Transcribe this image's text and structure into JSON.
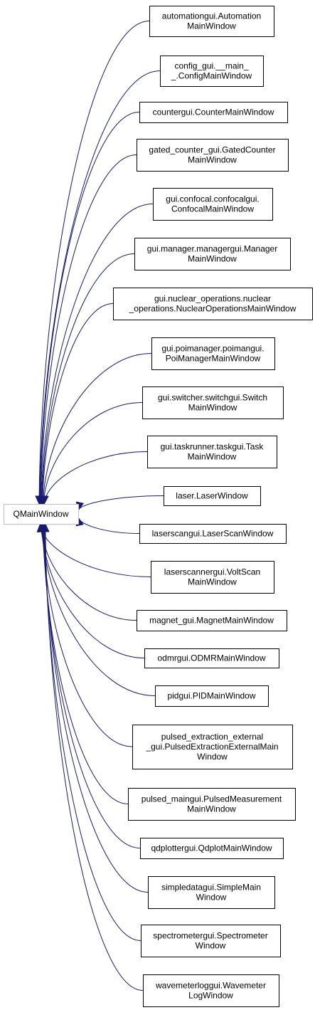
{
  "diagram": {
    "type": "inheritance-graph",
    "base": {
      "label": [
        "QMainWindow"
      ]
    },
    "children": [
      {
        "id": "automationgui",
        "label": [
          "automationgui.Automation",
          "MainWindow"
        ]
      },
      {
        "id": "config_gui",
        "label": [
          "config_gui.__main_",
          "_.ConfigMainWindow"
        ]
      },
      {
        "id": "countergui",
        "label": [
          "countergui.CounterMainWindow"
        ]
      },
      {
        "id": "gated_counter_gui",
        "label": [
          "gated_counter_gui.GatedCounter",
          "MainWindow"
        ]
      },
      {
        "id": "confocalgui",
        "label": [
          "gui.confocal.confocalgui.",
          "ConfocalMainWindow"
        ]
      },
      {
        "id": "managergui",
        "label": [
          "gui.manager.managergui.Manager",
          "MainWindow"
        ]
      },
      {
        "id": "nuclear_operations",
        "label": [
          "gui.nuclear_operations.nuclear",
          "_operations.NuclearOperationsMainWindow"
        ]
      },
      {
        "id": "poimangui",
        "label": [
          "gui.poimanager.poimangui.",
          "PoiManagerMainWindow"
        ]
      },
      {
        "id": "switchgui",
        "label": [
          "gui.switcher.switchgui.Switch",
          "MainWindow"
        ]
      },
      {
        "id": "taskgui",
        "label": [
          "gui.taskrunner.taskgui.Task",
          "MainWindow"
        ]
      },
      {
        "id": "laser",
        "label": [
          "laser.LaserWindow"
        ]
      },
      {
        "id": "laserscangui",
        "label": [
          "laserscangui.LaserScanWindow"
        ]
      },
      {
        "id": "laserscannergui",
        "label": [
          "laserscannergui.VoltScan",
          "MainWindow"
        ]
      },
      {
        "id": "magnet_gui",
        "label": [
          "magnet_gui.MagnetMainWindow"
        ]
      },
      {
        "id": "odmrgui",
        "label": [
          "odmrgui.ODMRMainWindow"
        ]
      },
      {
        "id": "pidgui",
        "label": [
          "pidgui.PIDMainWindow"
        ]
      },
      {
        "id": "pulsed_extraction_external_gui",
        "label": [
          "pulsed_extraction_external",
          "_gui.PulsedExtractionExternalMain",
          "Window"
        ]
      },
      {
        "id": "pulsed_maingui",
        "label": [
          "pulsed_maingui.PulsedMeasurement",
          "MainWindow"
        ]
      },
      {
        "id": "qdplottergui",
        "label": [
          "qdplottergui.QdplotMainWindow"
        ]
      },
      {
        "id": "simpledatagui",
        "label": [
          "simpledatagui.SimpleMain",
          "Window"
        ]
      },
      {
        "id": "spectrometergui",
        "label": [
          "spectrometergui.Spectrometer",
          "Window"
        ]
      },
      {
        "id": "wavemeterloggui",
        "label": [
          "wavemeterloggui.Wavemeter",
          "LogWindow"
        ]
      }
    ],
    "colors": {
      "edge": "#191970",
      "arrowhead": "#191970",
      "node_border": "#000000",
      "base_border": "#bfbfbf",
      "background": "#ffffff"
    }
  }
}
